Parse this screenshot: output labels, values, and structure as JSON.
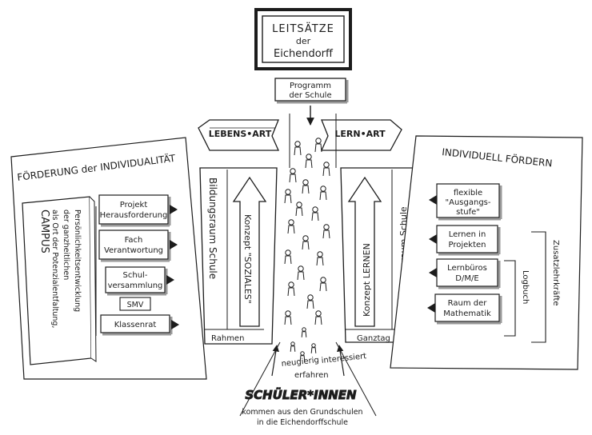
{
  "title_box": {
    "lines": [
      "LEITSÄTZE",
      "der",
      "Eichendorff"
    ]
  },
  "program_box": {
    "lines": [
      "Programm",
      "der Schule"
    ]
  },
  "banners": {
    "left": "LEBENS•ART",
    "right": "LERN•ART"
  },
  "left_panel": {
    "heading": "FÖRDERUNG der INDIVIDUALITÄT",
    "campus_lines": [
      "CAMPUS",
      "als Ort der Potenzialentfaltung,",
      "der ganzheitlichen",
      "Persönlichkeitsentwicklung"
    ],
    "items": [
      {
        "lines": [
          "Projekt",
          "Herausforderung"
        ]
      },
      {
        "lines": [
          "Fach",
          "Verantwortung"
        ]
      },
      {
        "lines": [
          "Schul-",
          "versammlung"
        ]
      },
      {
        "lines": [
          "SMV"
        ]
      },
      {
        "lines": [
          "Klassenrat"
        ]
      }
    ]
  },
  "center_left": {
    "vertical_label": "Bildungsraum Schule",
    "arrow_label": "Konzept \"SOZIALES\"",
    "footer": "Rahmen"
  },
  "center_right": {
    "vertical_label": "Entwicklungsraum Schule",
    "arrow_label": "Konzept LERNEN",
    "footer": "Ganztag"
  },
  "right_panel": {
    "heading": "INDIVIDUELL FÖRDERN",
    "items": [
      {
        "lines": [
          "flexible",
          "\"Ausgangs-",
          "stufe\""
        ]
      },
      {
        "lines": [
          "Lernen in",
          "Projekten"
        ]
      },
      {
        "lines": [
          "Lernbüros",
          "D/M/E"
        ]
      },
      {
        "lines": [
          "Raum der",
          "Mathematik"
        ]
      }
    ],
    "vertical_labels": [
      "Logbuch",
      "Zusatzlehrkräfte"
    ]
  },
  "bottom": {
    "adjectives": [
      "neugierig",
      "interessiert",
      "erfahren"
    ],
    "heading": "SCHÜLER*INNEN",
    "subtext": [
      "kommen aus den Grundschulen",
      "in die Eichendorffschule"
    ]
  },
  "colors": {
    "ink": "#1c1c1c",
    "shadow": "#9a9a9a",
    "accent": "#d9d9d9"
  }
}
